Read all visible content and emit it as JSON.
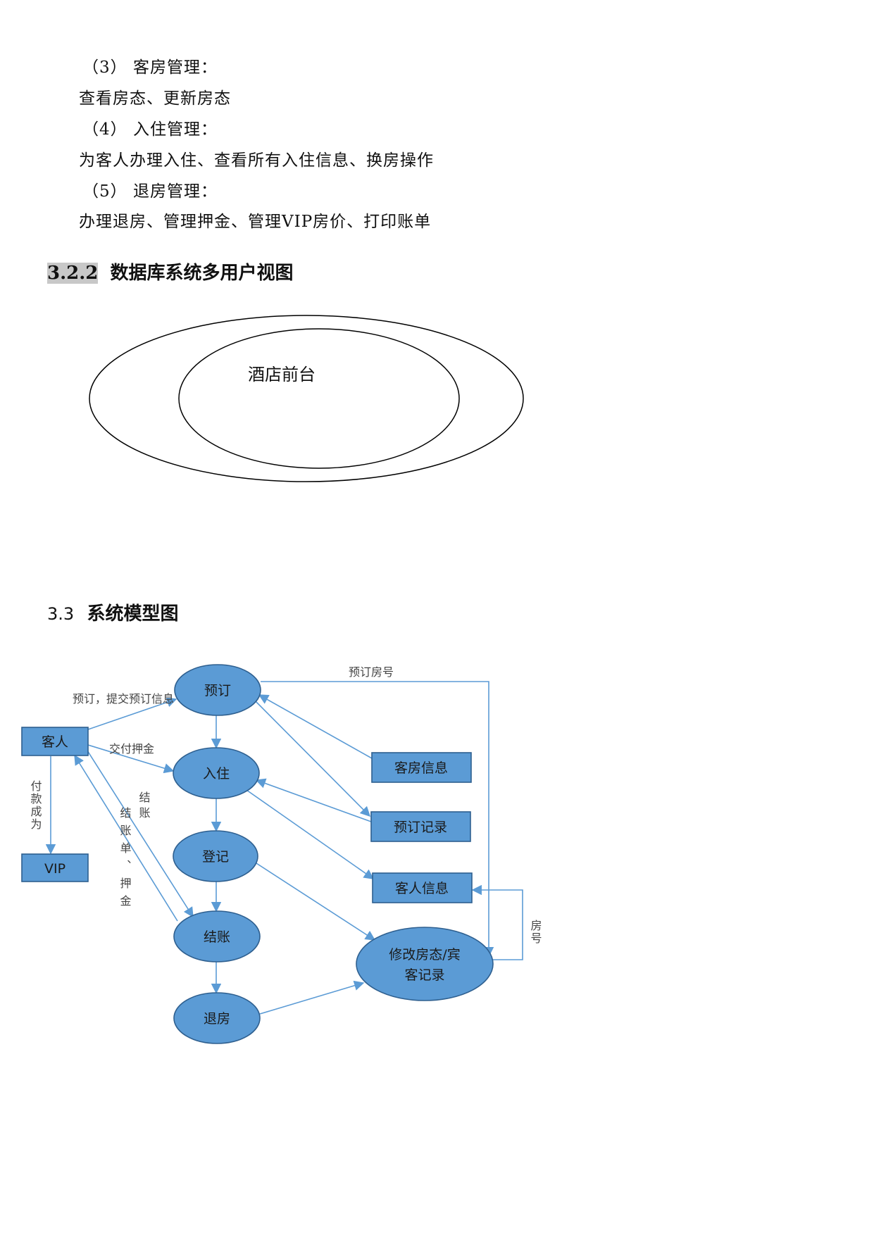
{
  "doc": {
    "lines": [
      {
        "id": "l1",
        "text": "（3） 客房管理："
      },
      {
        "id": "l2",
        "text": "查看房态、更新房态"
      },
      {
        "id": "l3",
        "text": "（4） 入住管理："
      },
      {
        "id": "l4",
        "text": "为客人办理入住、查看所有入住信息、换房操作"
      },
      {
        "id": "l5",
        "text": "（5） 退房管理："
      },
      {
        "id": "l6",
        "text": "办理退房、管理押金、管理VIP房价、打印账单"
      }
    ],
    "section_322": {
      "number": "3.2.2",
      "title": "数据库系统多用户视图"
    },
    "section_33": {
      "number": "3.3",
      "title": "系统模型图"
    }
  },
  "venn": {
    "inner_label": "酒店前台"
  },
  "model": {
    "nodes": {
      "yuding": "预订",
      "ruzhu": "入住",
      "dengji": "登记",
      "jiezhang": "结账",
      "tuifang": "退房",
      "xiugai_l1": "修改房态/宾",
      "xiugai_l2": "客记录",
      "keren": "客人",
      "vip": "VIP",
      "kefang_xinxi": "客房信息",
      "yuding_jilu": "预订记录",
      "keren_xinxi": "客人信息"
    },
    "labels": {
      "yuding_fanghao": "预订房号",
      "tijiao": "预订，提交预订信息",
      "jiaofu": "交付押金",
      "fukuan": "付款成为",
      "jiezhang_a": "结账",
      "jiezhang_b": "结账单、押金",
      "fanghao": "房号"
    }
  }
}
